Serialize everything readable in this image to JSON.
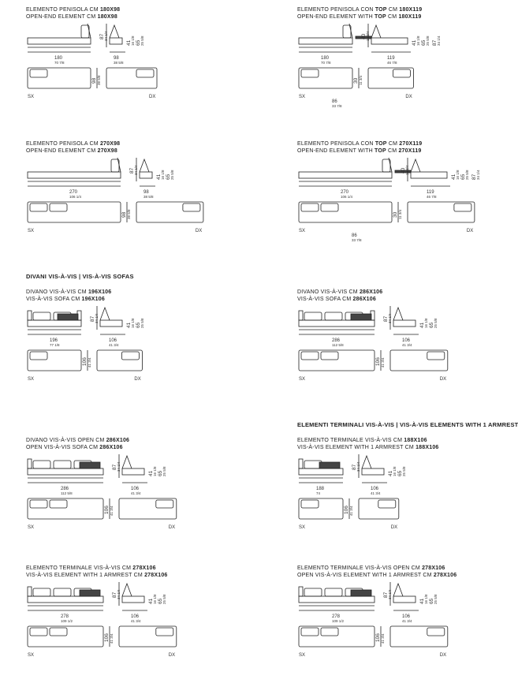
{
  "section_heading_vis": "DIVANI VIS-À-VIS | VIS-À-VIS SOFAS",
  "section_heading_terminal": "ELEMENTI TERMINALI VIS-À-VIS | VIS-À-VIS ELEMENTS WITH 1 ARMREST",
  "blocks": [
    {
      "it": "ELEMENTO PENISOLA CM ",
      "it_b": "180X98",
      "en": "OPEN-END ELEMENT CM ",
      "en_b": "180X98",
      "w1": "180",
      "w1s": "70 7/8",
      "w2": "98",
      "w2s": "38 5/8",
      "h1": "87",
      "h1s": "34 1/4",
      "h2": "41",
      "h2s": "16 1/8",
      "h3": "65",
      "h3s": "25 5/8",
      "d": "98",
      "ds": "38 5/8",
      "sx": "SX",
      "dx": "DX"
    },
    {
      "it": "ELEMENTO PENISOLA CON ",
      "it_b": "TOP",
      "it2": " CM ",
      "it_b2": "180X119",
      "en": "OPEN-END ELEMENT WITH ",
      "en_b": "TOP",
      "en2": " CM ",
      "en_b2": "180X119",
      "w1": "180",
      "w1s": "70 7/8",
      "w2": "119",
      "w2s": "46 7/8",
      "h1": "40",
      "h1s": "15 3/4",
      "h2": "41",
      "h2s": "16 1/8",
      "h3": "65",
      "h3s": "25 5/8",
      "h4": "87",
      "h4s": "34 1/4",
      "d": "30",
      "ds": "11 3/4",
      "b": "86",
      "bs": "33 7/8",
      "sx": "SX",
      "dx": "DX"
    },
    {
      "it": "ELEMENTO PENISOLA CM ",
      "it_b": "270X98",
      "en": "OPEN-END ELEMENT CM ",
      "en_b": "270X98",
      "w1": "270",
      "w1s": "106 1/4",
      "w2": "98",
      "w2s": "38 5/8",
      "h1": "87",
      "h1s": "34 1/4",
      "h2": "41",
      "h2s": "16 1/8",
      "h3": "65",
      "h3s": "25 5/8",
      "d": "98",
      "ds": "38 5/8",
      "sx": "SX",
      "dx": "DX"
    },
    {
      "it": "ELEMENTO PENISOLA CON ",
      "it_b": "TOP",
      "it2": " CM ",
      "it_b2": "270X119",
      "en": "OPEN-END ELEMENT WITH ",
      "en_b": "TOP",
      "en2": " CM ",
      "en_b2": "270X119",
      "w1": "270",
      "w1s": "106 1/4",
      "w2": "119",
      "w2s": "46 7/8",
      "h1": "40",
      "h1s": "15 3/4",
      "h2": "41",
      "h2s": "16 1/8",
      "h3": "65",
      "h3s": "25 5/8",
      "h4": "87",
      "h4s": "34 1/4",
      "d": "30",
      "ds": "11 3/4",
      "b": "86",
      "bs": "33 7/8",
      "sx": "SX",
      "dx": "DX"
    },
    {
      "it": "DIVANO VIS-À-VIS CM ",
      "it_b": "196X106",
      "en": "VIS-À-VIS SOFA CM ",
      "en_b": "196X106",
      "w1": "196",
      "w1s": "77 1/8",
      "w2": "106",
      "w2s": "41 3/4",
      "h1": "87",
      "h1s": "34 1/4",
      "h2": "41",
      "h2s": "16 1/8",
      "h3": "65",
      "h3s": "25 5/8",
      "d": "106",
      "ds": "41 3/4",
      "sx": "SX",
      "dx": "DX"
    },
    {
      "it": "DIVANO VIS-À-VIS CM ",
      "it_b": "286X106",
      "en": "VIS-À-VIS SOFA CM ",
      "en_b": "286X106",
      "w1": "286",
      "w1s": "112 5/8",
      "w2": "106",
      "w2s": "41 3/4",
      "h1": "87",
      "h1s": "34 1/4",
      "h2": "41",
      "h2s": "16 1/8",
      "h3": "65",
      "h3s": "25 5/8",
      "d": "106",
      "ds": "41 3/4",
      "sx": "SX",
      "dx": "DX"
    },
    {
      "it": "DIVANO VIS-À-VIS OPEN CM ",
      "it_b": "286X106",
      "en": "OPEN VIS-À-VIS SOFA CM ",
      "en_b": "286X106",
      "w1": "286",
      "w1s": "112 5/8",
      "w2": "106",
      "w2s": "41 3/4",
      "h1": "87",
      "h1s": "34 1/4",
      "h2": "41",
      "h2s": "16 1/8",
      "h3": "65",
      "h3s": "25 5/8",
      "d": "106",
      "ds": "41 3/4",
      "sx": "SX",
      "dx": "DX"
    },
    {
      "it": "ELEMENTO TERMINALE VIS-À-VIS CM ",
      "it_b": "188X106",
      "en": "VIS-À-VIS ELEMENT WITH 1 ARMREST CM ",
      "en_b": "188X106",
      "w1": "188",
      "w1s": "74",
      "w2": "106",
      "w2s": "41 3/4",
      "h1": "87",
      "h1s": "34 1/4",
      "h2": "41",
      "h2s": "16 1/8",
      "h3": "65",
      "h3s": "25 5/8",
      "d": "106",
      "ds": "41 3/4",
      "sx": "SX",
      "dx": "DX"
    },
    {
      "it": "ELEMENTO TERMINALE VIS-À-VIS CM ",
      "it_b": "278X106",
      "en": "VIS-À-VIS ELEMENT WITH 1 ARMREST CM ",
      "en_b": "278X106",
      "w1": "278",
      "w1s": "109 1/2",
      "w2": "106",
      "w2s": "41 3/4",
      "h1": "87",
      "h1s": "34 1/4",
      "h2": "41",
      "h2s": "16 1/8",
      "h3": "65",
      "h3s": "25 5/8",
      "d": "106",
      "ds": "41 3/4",
      "sx": "SX",
      "dx": "DX"
    },
    {
      "it": "ELEMENTO TERMINALE VIS-À-VIS OPEN CM ",
      "it_b": "278X106",
      "en": "OPEN VIS-À-VIS ELEMENT WITH 1 ARMREST CM ",
      "en_b": "278X106",
      "w1": "278",
      "w1s": "109 1/2",
      "w2": "106",
      "w2s": "41 3/4",
      "h1": "87",
      "h1s": "34 1/4",
      "h2": "41",
      "h2s": "16 1/8",
      "h3": "65",
      "h3s": "25 5/8",
      "d": "106",
      "ds": "41 3/4",
      "sx": "SX",
      "dx": "DX"
    }
  ]
}
